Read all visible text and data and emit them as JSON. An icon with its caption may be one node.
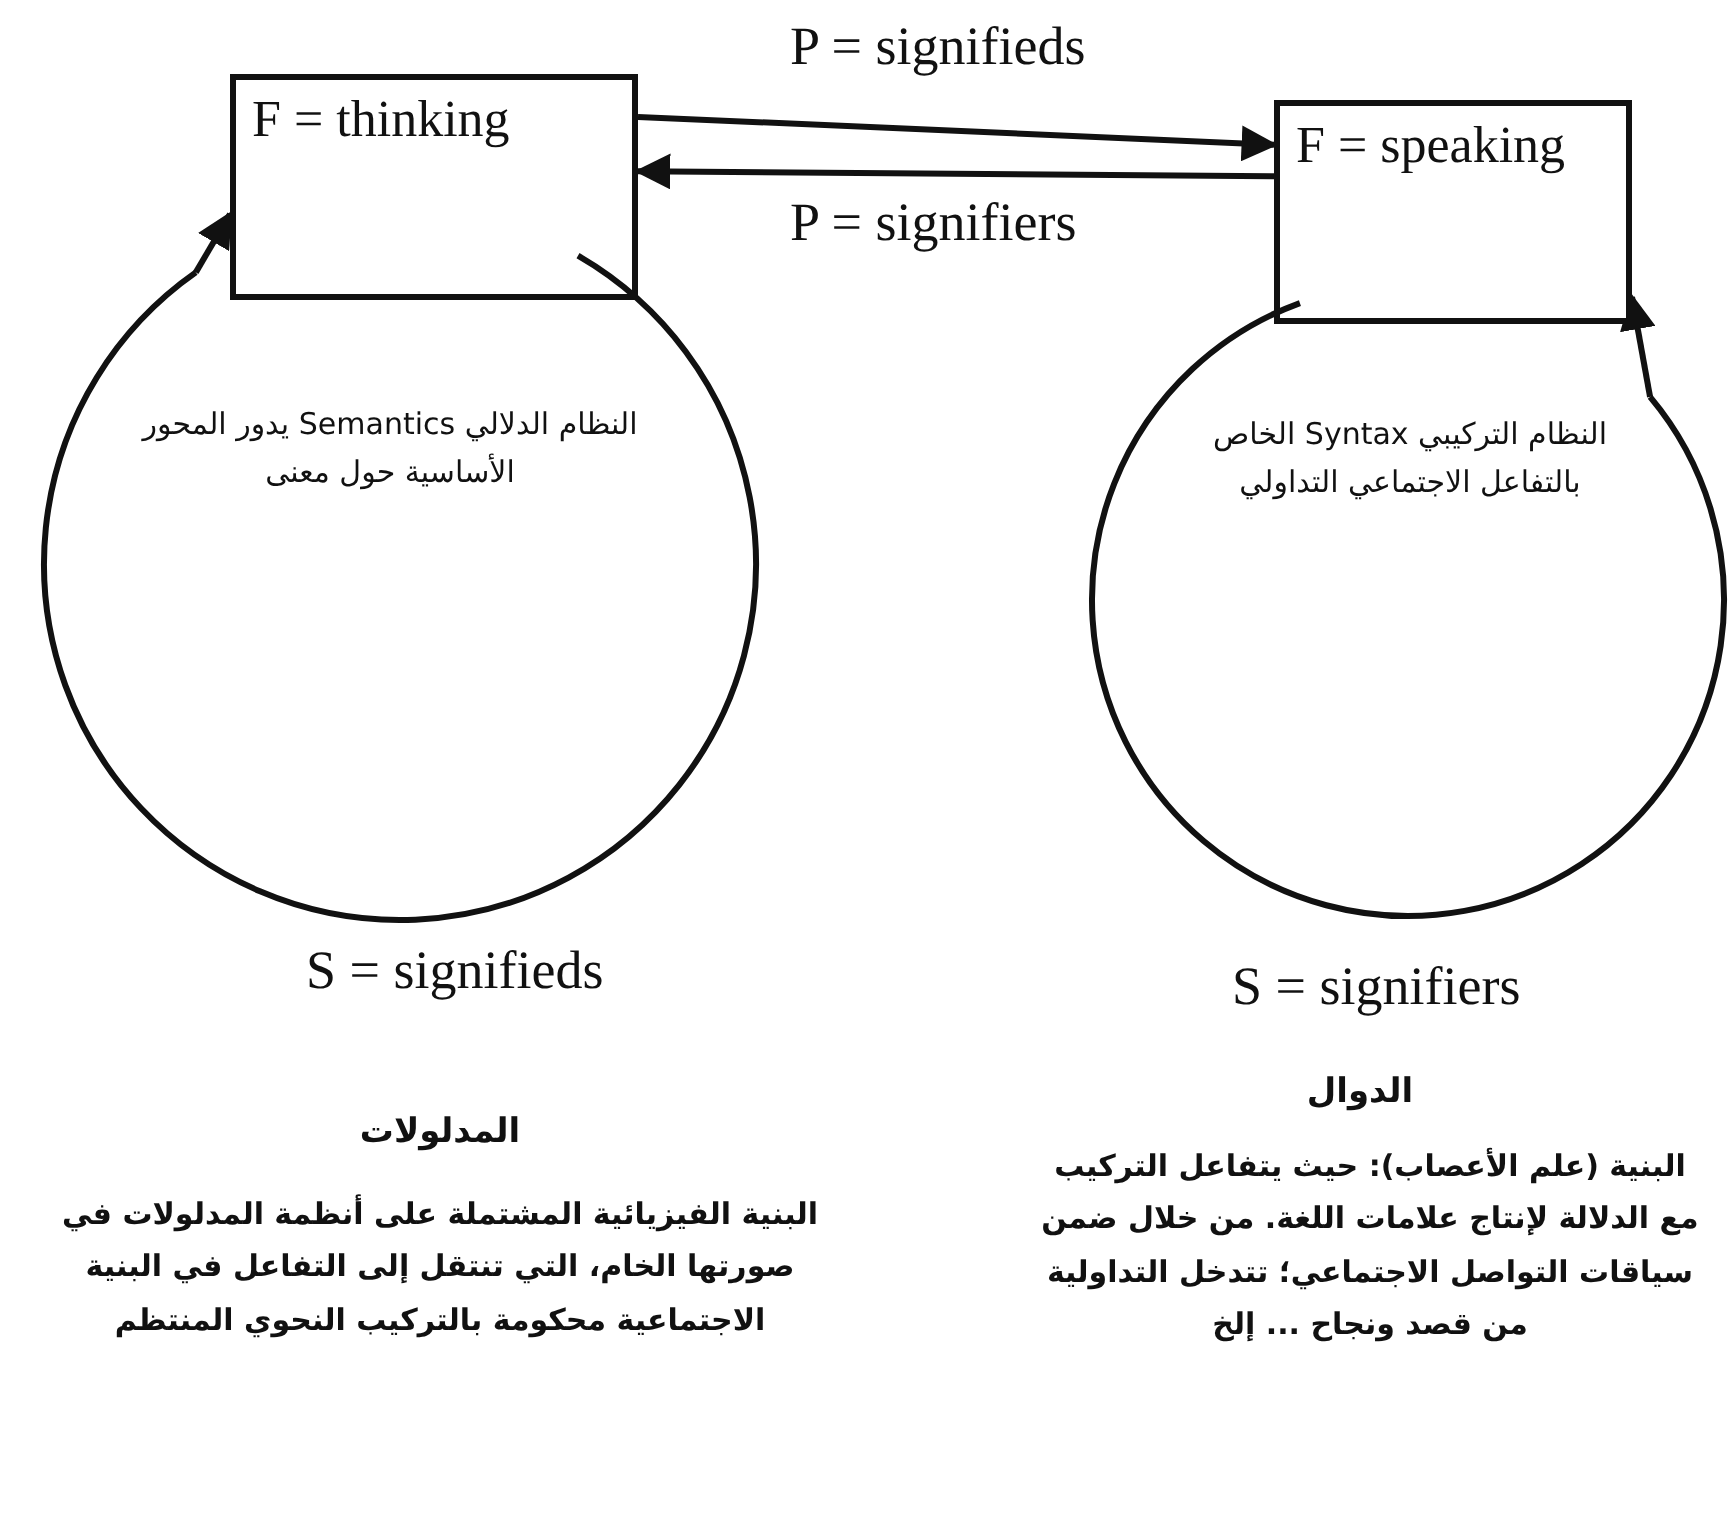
{
  "diagram": {
    "nodes": [
      {
        "text": [
          "F = thinking"
        ]
      },
      {
        "text": [
          "F = speaking"
        ]
      },
      {
        "text": [
          "النظام الدلالي Semantics يدور المحور الأساسية حول معنى"
        ],
        "beside": [
          "S = signifieds"
        ]
      },
      {
        "text": [
          "النظام التركيبي Syntax الخاص بالتفاعل الاجتماعي التداولي"
        ],
        "beside": [
          "S = signifiers"
        ]
      }
    ],
    "edges": [
      {
        "from": 0,
        "to": 1,
        "arrow": "to",
        "label": "P = signifieds"
      },
      {
        "from": 1,
        "to": 0,
        "arrow": "to",
        "label": "P = signifiers"
      },
      {
        "from": 2,
        "to": 0,
        "arrow": "to"
      },
      {
        "from": 3,
        "to": 1,
        "arrow": "to"
      }
    ],
    "labels": [
      "المدلولات",
      "البنية الفيزيائية المشتملة على أنظمة المدلولات في صورتها الخام، التي تنتقل إلى التفاعل في البنية الاجتماعية محكومة بالتركيب النحوي المنتظم",
      "الدوال",
      "البنية (علم الأعصاب): حيث يتفاعل التركيب مع الدلالة لإنتاج علامات اللغة. من خلال ضمن سياقات التواصل الاجتماعي؛ تتدخل التداولية من قصد ونجاح ... إلخ"
    ]
  }
}
